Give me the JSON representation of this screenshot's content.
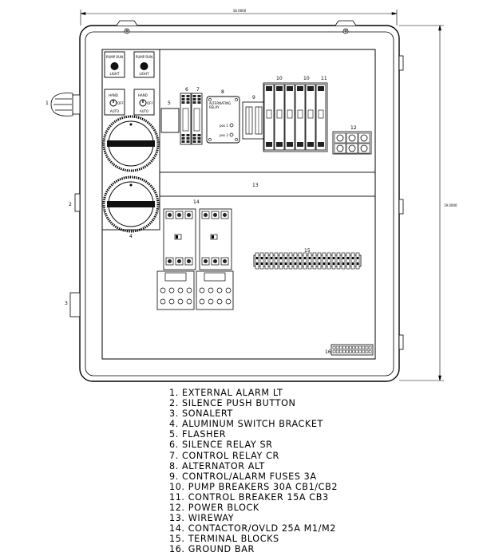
{
  "dimensions": {
    "width_label": "18.0000",
    "height_label": "19.0000"
  },
  "pilot_lights": [
    {
      "top": "PUMP RUN",
      "bottom": "LIGHT"
    },
    {
      "top": "PUMP RUN",
      "bottom": "LIGHT"
    }
  ],
  "selector_switches": [
    {
      "left": "HAND",
      "right": "OFF",
      "bottom": "AUTO"
    },
    {
      "left": "HAND",
      "right": "OFF",
      "bottom": "AUTO"
    }
  ],
  "alternating_relay": {
    "title_line1": "ALTERNATING",
    "title_line2": "RELAY",
    "led1": "pos 1",
    "led2": "pos 2"
  },
  "callouts": {
    "c1": "1",
    "c2": "2",
    "c3": "3",
    "c4": "4",
    "c5": "5",
    "c6": "6",
    "c7": "7",
    "c8": "8",
    "c9": "9",
    "c10a": "10",
    "c10b": "10",
    "c11": "11",
    "c12": "12",
    "c13": "13",
    "c14": "14",
    "c15": "15",
    "c16": "16"
  },
  "legend": [
    "1. EXTERNAL ALARM LT",
    "2. SILENCE PUSH BUTTON",
    "3. SONALERT",
    "4. ALUMINUM SWITCH BRACKET",
    "5. FLASHER",
    "6. SILENCE RELAY SR",
    "7. CONTROL RELAY CR",
    "8. ALTERNATOR ALT",
    "9. CONTROL/ALARM FUSES 3A",
    "10. PUMP BREAKERS 30A CB1/CB2",
    "11. CONTROL BREAKER 15A CB3",
    "12. POWER BLOCK",
    "13. WIREWAY",
    "14. CONTACTOR/OVLD 25A M1/M2",
    "15. TERMINAL BLOCKS",
    "16. GROUND BAR"
  ]
}
